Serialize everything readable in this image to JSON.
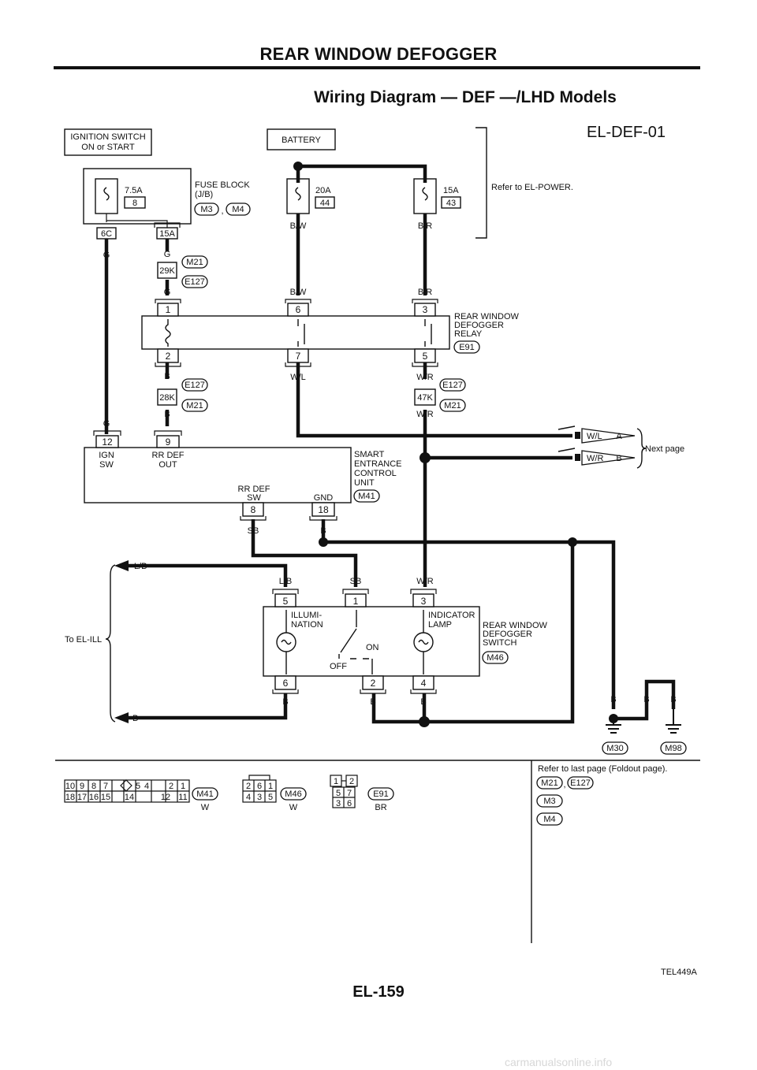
{
  "page": {
    "header": "REAR WINDOW DEFOGGER",
    "title": "Wiring Diagram — DEF —/LHD Models",
    "diagram_code": "EL-DEF-01",
    "page_number": "EL-159",
    "ref_code": "TEL449A",
    "watermark": "carmanualsonline.info"
  },
  "components": {
    "ignition_switch": [
      "IGNITION SWITCH",
      "ON or START"
    ],
    "battery": "BATTERY",
    "fuse_block": [
      "FUSE BLOCK",
      "(J/B)"
    ],
    "fuse_7_5a": {
      "rating": "7.5A",
      "number": "8"
    },
    "fuse_20a": {
      "rating": "20A",
      "number": "44"
    },
    "fuse_15a": {
      "rating": "15A",
      "number": "43"
    },
    "refer_power": "Refer to EL-POWER.",
    "relay": [
      "REAR WINDOW",
      "DEFOGGER",
      "RELAY"
    ],
    "scu": [
      "SMART",
      "ENTRANCE",
      "CONTROL",
      "UNIT"
    ],
    "scu_ign_sw": [
      "IGN",
      "SW"
    ],
    "scu_rr_def_out": [
      "RR DEF",
      "OUT"
    ],
    "scu_rr_def_sw": [
      "RR DEF",
      "SW"
    ],
    "scu_gnd": "GND",
    "switch": [
      "REAR WINDOW",
      "DEFOGGER",
      "SWITCH"
    ],
    "illumination": [
      "ILLUMI-",
      "NATION"
    ],
    "indicator_lamp": [
      "INDICATOR",
      "LAMP"
    ],
    "sw_on": "ON",
    "sw_off": "OFF",
    "next_page": "Next page",
    "to_el_ill": "To EL-ILL",
    "arrow_a": "A",
    "arrow_b": "B",
    "comma": ","
  },
  "connectors": {
    "m3": "M3",
    "m4": "M4",
    "m21": "M21",
    "e127": "E127",
    "e91": "E91",
    "m41": "M41",
    "m46": "M46",
    "m30": "M30",
    "m98": "M98"
  },
  "terminals": {
    "t_6c": "6C",
    "t_15a": "15A",
    "t_29k": "29K",
    "t_28k": "28K",
    "t_47k": "47K",
    "relay_1": "1",
    "relay_6": "6",
    "relay_3": "3",
    "relay_2": "2",
    "relay_7": "7",
    "relay_5": "5",
    "scu_12": "12",
    "scu_9": "9",
    "scu_8": "8",
    "scu_18": "18",
    "sw_5": "5",
    "sw_1": "1",
    "sw_3": "3",
    "sw_6": "6",
    "sw_2": "2",
    "sw_4": "4"
  },
  "wire_colors": {
    "g": "G",
    "b": "B",
    "bw": "B/W",
    "br": "B/R",
    "wl": "W/L",
    "wr": "W/R",
    "sb": "SB",
    "lb": "L/B"
  },
  "connector_views": {
    "m41_top": [
      "10",
      "9",
      "8",
      "7",
      "5",
      "4",
      "2",
      "1"
    ],
    "m41_bottom": [
      "18",
      "17",
      "16",
      "15",
      "14",
      "12",
      "11"
    ],
    "m41_color": "W",
    "m46_top": [
      "2",
      "6",
      "1"
    ],
    "m46_bottom": [
      "4",
      "3",
      "5"
    ],
    "m46_color": "W",
    "e91_cells": [
      "1",
      "2",
      "5",
      "7",
      "3",
      "6"
    ],
    "e91_color": "BR"
  },
  "legend": {
    "refer_last": "Refer to last page (Foldout page).",
    "m21": "M21",
    "e127": "E127",
    "m3": "M3",
    "m4": "M4",
    "comma": ","
  }
}
